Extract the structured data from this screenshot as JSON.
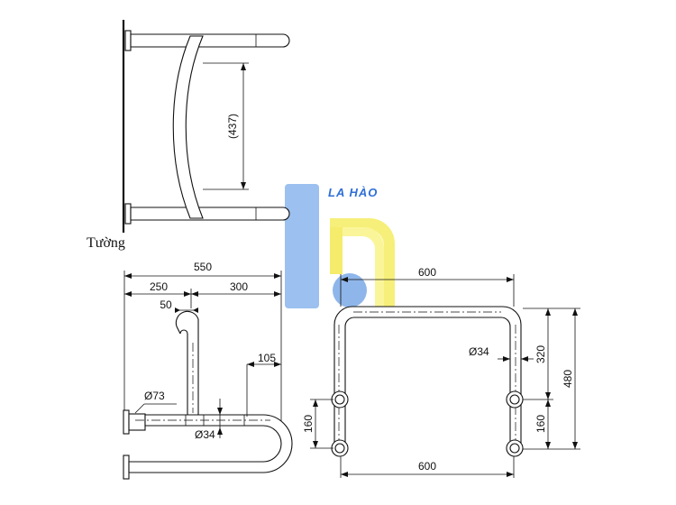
{
  "watermark": {
    "brand_text": "LA HÀO",
    "colors": {
      "blue": "#8fb6ea",
      "yellow": "#f4ec6a",
      "text": "#2f6fd6"
    }
  },
  "side_view": {
    "wall_label": "Tường",
    "dim_height": "(437)"
  },
  "top_view": {
    "dim_total": "550",
    "dim_left": "250",
    "dim_right": "300",
    "dim_small": "50",
    "dim_offset": "105",
    "dim_flange": "Ø73",
    "dim_pipe": "Ø34"
  },
  "front_view": {
    "dim_top_width": "600",
    "dim_bottom_width": "600",
    "dim_pipe": "Ø34",
    "dim_upper": "320",
    "dim_total_height": "480",
    "dim_lower_right": "160",
    "dim_lower_left": "160"
  }
}
